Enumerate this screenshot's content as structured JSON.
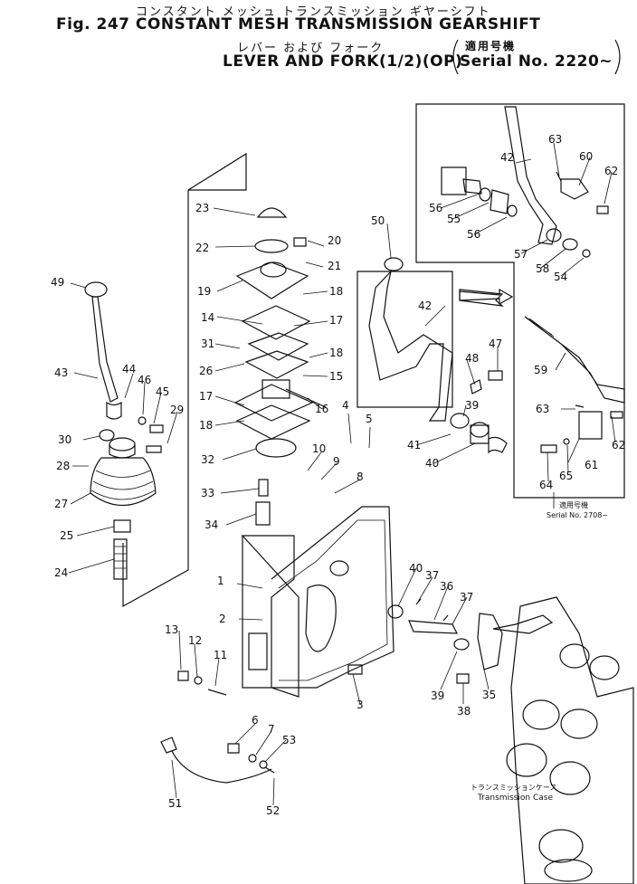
{
  "header": {
    "title_jp_1": "コンスタント メッシュ トランスミッション ギヤーシフト",
    "title_en_1": "Fig. 247 CONSTANT MESH TRANSMISSION GEARSHIFT",
    "title_jp_2": "レバー および フォーク",
    "title_en_2": "LEVER AND FORK(1/2)(OP)",
    "serial_jp": "適用号機",
    "serial_en": "Serial No. 2220~"
  },
  "inset": {
    "serial_jp": "適用号機",
    "serial_en": "Serial No. 2708~"
  },
  "case_label": {
    "jp": "トランスミッションケース",
    "en": "Transmission Case"
  },
  "callouts": [
    {
      "id": "c1",
      "label": "1"
    },
    {
      "id": "c2",
      "label": "2"
    },
    {
      "id": "c3",
      "label": "3"
    },
    {
      "id": "c4",
      "label": "4"
    },
    {
      "id": "c5",
      "label": "5"
    },
    {
      "id": "c6",
      "label": "6"
    },
    {
      "id": "c7",
      "label": "7"
    },
    {
      "id": "c8",
      "label": "8"
    },
    {
      "id": "c9",
      "label": "9"
    },
    {
      "id": "c10",
      "label": "10"
    },
    {
      "id": "c11",
      "label": "11"
    },
    {
      "id": "c12",
      "label": "12"
    },
    {
      "id": "c13",
      "label": "13"
    },
    {
      "id": "c14",
      "label": "14"
    },
    {
      "id": "c15",
      "label": "15"
    },
    {
      "id": "c16",
      "label": "16"
    },
    {
      "id": "c17a",
      "label": "17"
    },
    {
      "id": "c17b",
      "label": "17"
    },
    {
      "id": "c18a",
      "label": "18"
    },
    {
      "id": "c18b",
      "label": "18"
    },
    {
      "id": "c18c",
      "label": "18"
    },
    {
      "id": "c19",
      "label": "19"
    },
    {
      "id": "c20",
      "label": "20"
    },
    {
      "id": "c21",
      "label": "21"
    },
    {
      "id": "c22",
      "label": "22"
    },
    {
      "id": "c23",
      "label": "23"
    },
    {
      "id": "c24",
      "label": "24"
    },
    {
      "id": "c25",
      "label": "25"
    },
    {
      "id": "c26",
      "label": "26"
    },
    {
      "id": "c27",
      "label": "27"
    },
    {
      "id": "c28",
      "label": "28"
    },
    {
      "id": "c29",
      "label": "29"
    },
    {
      "id": "c30",
      "label": "30"
    },
    {
      "id": "c31",
      "label": "31"
    },
    {
      "id": "c32",
      "label": "32"
    },
    {
      "id": "c33",
      "label": "33"
    },
    {
      "id": "c34",
      "label": "34"
    },
    {
      "id": "c35",
      "label": "35"
    },
    {
      "id": "c36",
      "label": "36"
    },
    {
      "id": "c37a",
      "label": "37"
    },
    {
      "id": "c37b",
      "label": "37"
    },
    {
      "id": "c38",
      "label": "38"
    },
    {
      "id": "c39a",
      "label": "39"
    },
    {
      "id": "c39b",
      "label": "39"
    },
    {
      "id": "c40a",
      "label": "40"
    },
    {
      "id": "c40b",
      "label": "40"
    },
    {
      "id": "c41",
      "label": "41"
    },
    {
      "id": "c42a",
      "label": "42"
    },
    {
      "id": "c42b",
      "label": "42"
    },
    {
      "id": "c43",
      "label": "43"
    },
    {
      "id": "c44",
      "label": "44"
    },
    {
      "id": "c45",
      "label": "45"
    },
    {
      "id": "c46",
      "label": "46"
    },
    {
      "id": "c47",
      "label": "47"
    },
    {
      "id": "c48",
      "label": "48"
    },
    {
      "id": "c49",
      "label": "49"
    },
    {
      "id": "c50",
      "label": "50"
    },
    {
      "id": "c51",
      "label": "51"
    },
    {
      "id": "c52",
      "label": "52"
    },
    {
      "id": "c53",
      "label": "53"
    },
    {
      "id": "c54",
      "label": "54"
    },
    {
      "id": "c55",
      "label": "55"
    },
    {
      "id": "c56a",
      "label": "56"
    },
    {
      "id": "c56b",
      "label": "56"
    },
    {
      "id": "c57",
      "label": "57"
    },
    {
      "id": "c58",
      "label": "58"
    },
    {
      "id": "c59",
      "label": "59"
    },
    {
      "id": "c60",
      "label": "60"
    },
    {
      "id": "c61",
      "label": "61"
    },
    {
      "id": "c62a",
      "label": "62"
    },
    {
      "id": "c62b",
      "label": "62"
    },
    {
      "id": "c63a",
      "label": "63"
    },
    {
      "id": "c63b",
      "label": "63"
    },
    {
      "id": "c64",
      "label": "64"
    },
    {
      "id": "c65",
      "label": "65"
    }
  ]
}
